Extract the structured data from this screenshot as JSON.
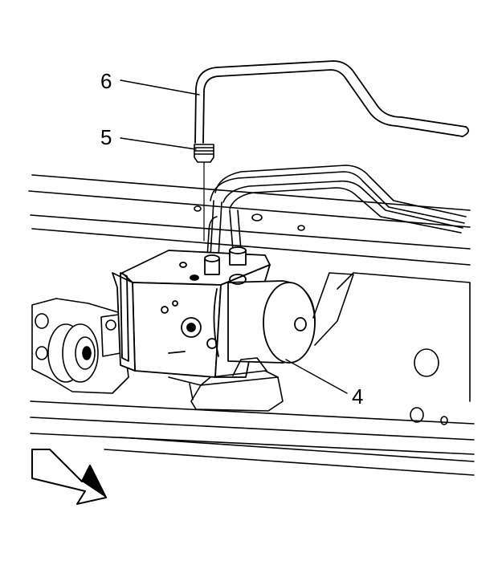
{
  "callouts": {
    "item6": "6",
    "item5": "5",
    "item4": "4"
  },
  "colors": {
    "line": "#000000",
    "background": "#ffffff"
  }
}
